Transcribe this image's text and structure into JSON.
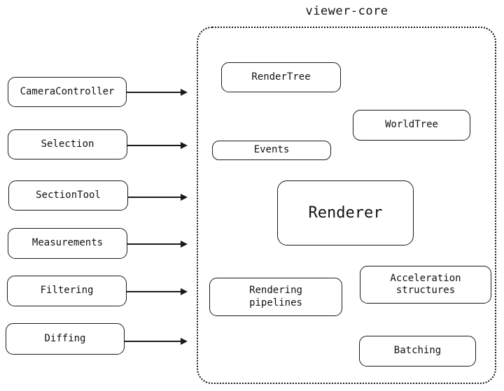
{
  "diagram": {
    "title": "viewer-core",
    "group": {
      "label": "viewer-core"
    },
    "external_modules": [
      {
        "label": "CameraController"
      },
      {
        "label": "Selection"
      },
      {
        "label": "SectionTool"
      },
      {
        "label": "Measurements"
      },
      {
        "label": "Filtering"
      },
      {
        "label": "Diffing"
      }
    ],
    "core_components": [
      {
        "label": "RenderTree"
      },
      {
        "label": "WorldTree"
      },
      {
        "label": "Events"
      },
      {
        "label": "Renderer"
      },
      {
        "label": "Rendering\npipelines"
      },
      {
        "label": "Acceleration\nstructures"
      },
      {
        "label": "Batching"
      }
    ],
    "connections": [
      {
        "from": "CameraController",
        "to": "viewer-core"
      },
      {
        "from": "Selection",
        "to": "viewer-core"
      },
      {
        "from": "SectionTool",
        "to": "viewer-core"
      },
      {
        "from": "Measurements",
        "to": "viewer-core"
      },
      {
        "from": "Filtering",
        "to": "viewer-core"
      },
      {
        "from": "Diffing",
        "to": "viewer-core"
      }
    ],
    "colors": {
      "stroke": "#1a1a1a",
      "text": "#111111",
      "background": "#ffffff"
    }
  }
}
